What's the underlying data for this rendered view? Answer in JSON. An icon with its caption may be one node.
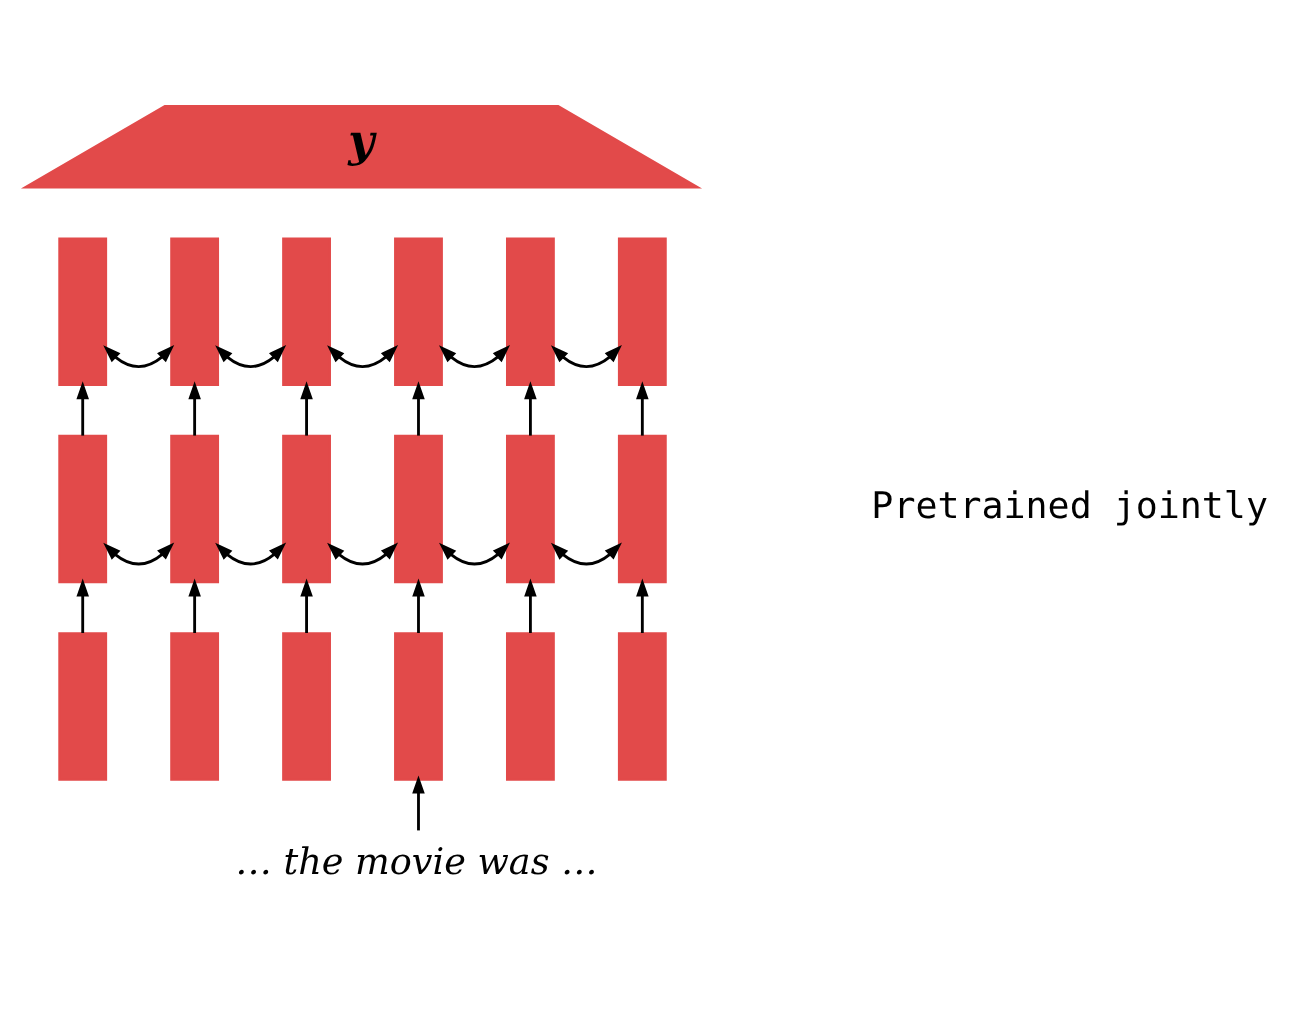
{
  "diagram": {
    "nodes": [
      {
        "text": [
          "y"
        ]
      },
      {
        "text": [],
        "shape": "bar"
      },
      {
        "text": [],
        "shape": "bar"
      },
      {
        "text": [],
        "shape": "bar"
      },
      {
        "text": [],
        "shape": "bar"
      },
      {
        "text": [],
        "shape": "bar"
      },
      {
        "text": [],
        "shape": "bar"
      },
      {
        "text": [],
        "shape": "bar"
      },
      {
        "text": [],
        "shape": "bar"
      },
      {
        "text": [],
        "shape": "bar"
      },
      {
        "text": [],
        "shape": "bar"
      },
      {
        "text": [],
        "shape": "bar"
      },
      {
        "text": [],
        "shape": "bar"
      },
      {
        "text": [],
        "shape": "bar"
      },
      {
        "text": [],
        "shape": "bar"
      },
      {
        "text": [],
        "shape": "bar"
      },
      {
        "text": [],
        "shape": "bar"
      },
      {
        "text": [],
        "shape": "bar"
      },
      {
        "text": [],
        "shape": "bar"
      },
      {
        "text": [
          "… the movie was …"
        ]
      }
    ],
    "edges": [
      {
        "from": 1,
        "to": 2,
        "arrow": "both"
      },
      {
        "from": 2,
        "to": 3,
        "arrow": "both"
      },
      {
        "from": 3,
        "to": 4,
        "arrow": "both"
      },
      {
        "from": 4,
        "to": 5,
        "arrow": "both"
      },
      {
        "from": 5,
        "to": 6,
        "arrow": "both"
      },
      {
        "from": 7,
        "to": 1,
        "arrow": "to"
      },
      {
        "from": 8,
        "to": 2,
        "arrow": "to"
      },
      {
        "from": 9,
        "to": 3,
        "arrow": "to"
      },
      {
        "from": 10,
        "to": 4,
        "arrow": "to"
      },
      {
        "from": 11,
        "to": 5,
        "arrow": "to"
      },
      {
        "from": 12,
        "to": 6,
        "arrow": "to"
      },
      {
        "from": 7,
        "to": 8,
        "arrow": "both"
      },
      {
        "from": 8,
        "to": 9,
        "arrow": "both"
      },
      {
        "from": 9,
        "to": 10,
        "arrow": "both"
      },
      {
        "from": 10,
        "to": 11,
        "arrow": "both"
      },
      {
        "from": 11,
        "to": 12,
        "arrow": "both"
      },
      {
        "from": 13,
        "to": 7,
        "arrow": "to"
      },
      {
        "from": 14,
        "to": 8,
        "arrow": "to"
      },
      {
        "from": 15,
        "to": 9,
        "arrow": "to"
      },
      {
        "from": 16,
        "to": 10,
        "arrow": "to"
      },
      {
        "from": 17,
        "to": 11,
        "arrow": "to"
      },
      {
        "from": 18,
        "to": 12,
        "arrow": "to"
      },
      {
        "from": 19,
        "to": 16,
        "arrow": "to"
      }
    ],
    "labels": [
      "Pretrained jointly"
    ]
  }
}
